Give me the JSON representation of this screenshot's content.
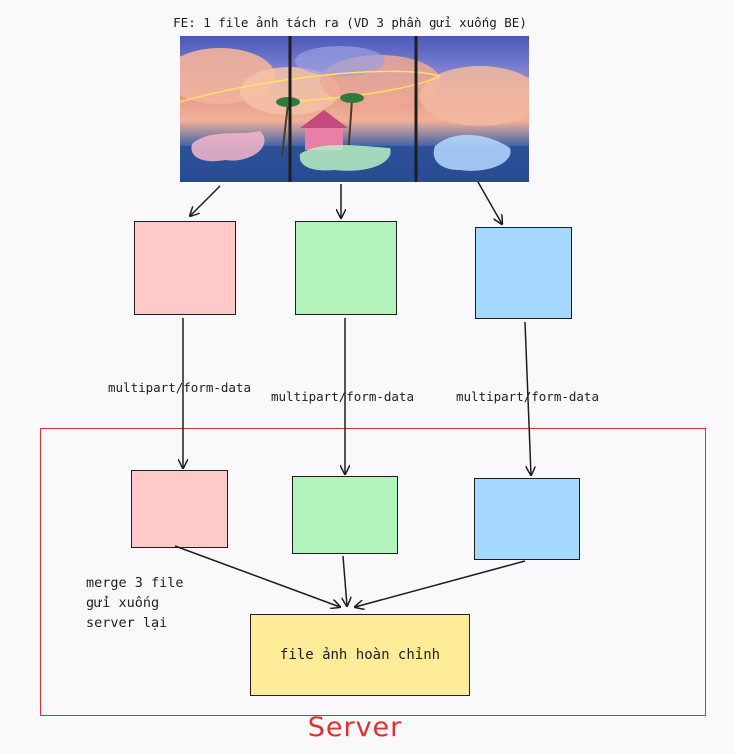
{
  "header": {
    "title": "FE: 1 file ảnh tách ra (VD 3 phần gửi xuống BE)"
  },
  "edges": {
    "left_label": "multipart/form-data",
    "middle_label": "multipart/form-data",
    "right_label": "multipart/form-data"
  },
  "server": {
    "label": "Server",
    "note": "merge 3 file\ngửi xuống\nserver lại",
    "result_box": "file ảnh hoàn chỉnh"
  },
  "colors": {
    "part_1": "#ffc9c9",
    "part_2": "#b2f2bb",
    "part_3": "#a5d8ff",
    "result": "#ffec99",
    "server_frame": "#e03131",
    "stroke": "#1e1e1e"
  }
}
